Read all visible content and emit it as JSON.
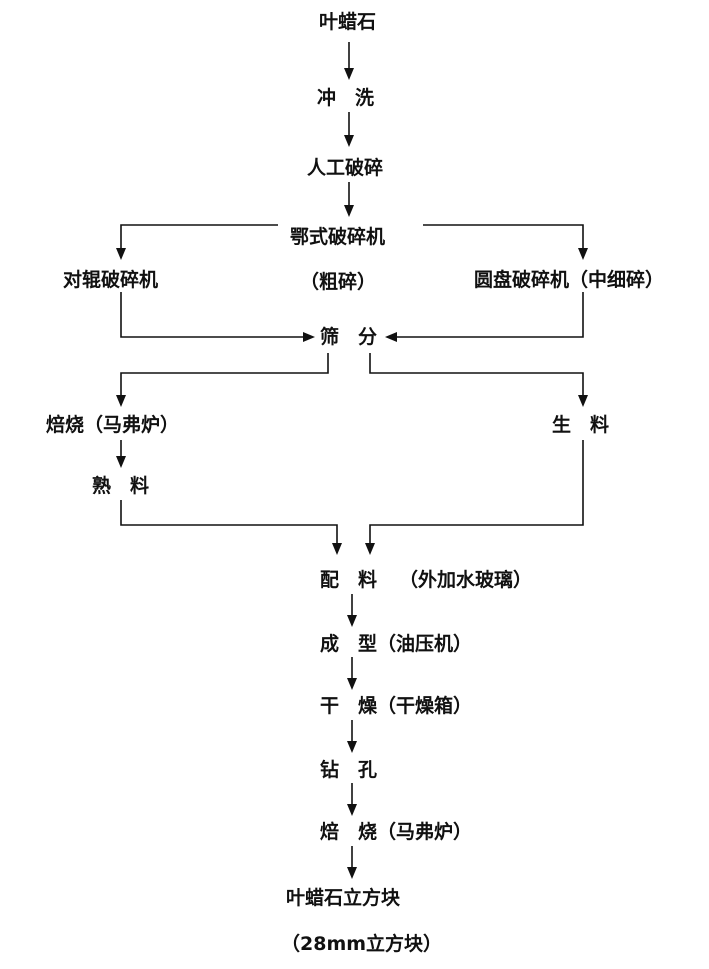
{
  "nodes": {
    "pyrophyllite": "叶蜡石",
    "washing": "冲　洗",
    "manual_crushing": "人工破碎",
    "jaw_crusher": "鄂式破碎机",
    "jaw_crusher_note": "（粗碎）",
    "roller_crusher": "对辊破碎机",
    "disc_crusher": "圆盘破碎机（中细碎）",
    "screening": "筛　分",
    "roasting_1": "焙烧（马弗炉）",
    "raw_material": "生　料",
    "cooked_material": "熟　料",
    "batching": "配　料",
    "batching_note": "（外加水玻璃）",
    "forming": "成　型（油压机）",
    "drying": "干　燥（干燥箱）",
    "drilling": "钻　孔",
    "roasting_2": "焙　烧（马弗炉）",
    "product": "叶蜡石立方块",
    "product_note": "（28mm立方块）"
  }
}
